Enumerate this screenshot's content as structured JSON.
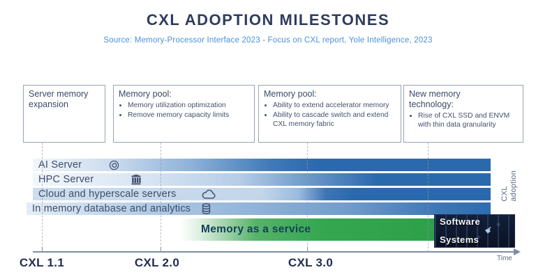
{
  "header": {
    "title": "CXL ADOPTION MILESTONES",
    "source": "Source: Memory-Processor Interface 2023 - Focus on CXL report, Yole Intelligence, 2023"
  },
  "milestones": [
    {
      "title": "Server memory expansion",
      "bullets": []
    },
    {
      "title": "Memory pool:",
      "bullets": [
        "Memory utilization optimization",
        "Remove memory capacity limits"
      ]
    },
    {
      "title": "Memory pool:",
      "bullets": [
        "Ability to extend accelerator memory",
        "Ability to cascade switch and extend CXL memory fabric"
      ]
    },
    {
      "title": "New memory technology:",
      "bullets": [
        "Rise of CXL SSD and ENVM with thin data granularity"
      ]
    }
  ],
  "segments": [
    {
      "label": "AI Server",
      "icon": "brain-icon"
    },
    {
      "label": "HPC Server",
      "icon": "server-rack-icon"
    },
    {
      "label": "Cloud and hyperscale servers",
      "icon": "cloud-icon"
    },
    {
      "label": "In memory database and analytics",
      "icon": "database-icon"
    }
  ],
  "service_bar": {
    "label": "Memory as a service"
  },
  "software_box": {
    "line1": "Software",
    "line2": "Systems",
    "icon_glyph": "☛"
  },
  "right_axis": {
    "line1": "CXL",
    "line2": "adoption"
  },
  "timeline": {
    "ticks": [
      "CXL 1.1",
      "CXL 2.0",
      "CXL 3.0"
    ],
    "axis_label": "Time"
  },
  "colors": {
    "bar_blue_dark": "#2b69ae",
    "bar_blue_light": "#d7e4f2",
    "service_green": "#35a750",
    "title_navy": "#2e3c5e",
    "source_blue": "#4a90d8",
    "axis_gray": "#7d8da6"
  }
}
